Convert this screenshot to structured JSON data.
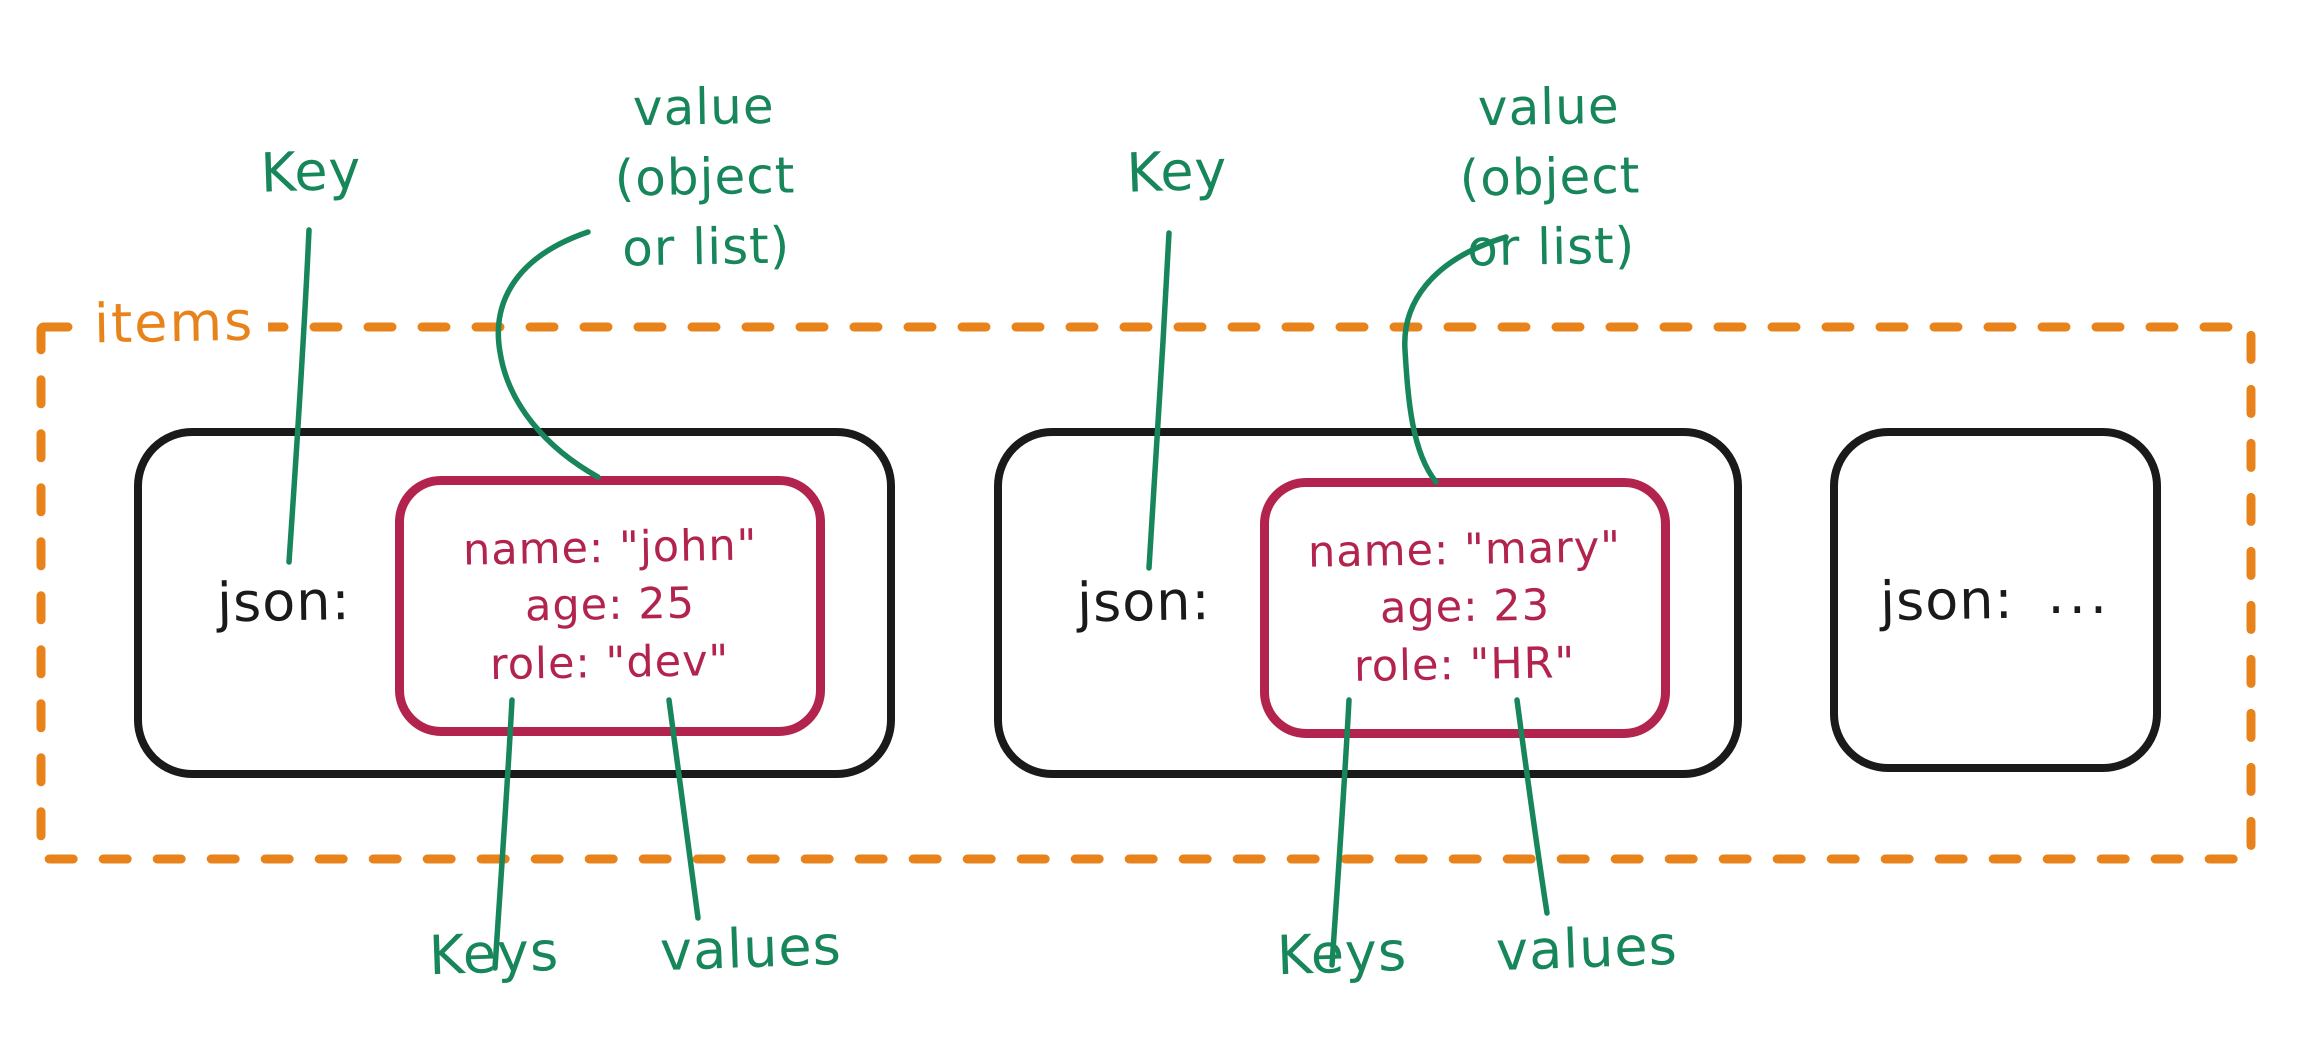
{
  "colors": {
    "orange": "#E8821B",
    "green": "#17865A",
    "crimson": "#B2234E",
    "ink": "#1A1A1A"
  },
  "frame": {
    "label": "items"
  },
  "top_annotations": {
    "key_1": "Key",
    "value_1": "value\n(object\nor list)",
    "key_2": "Key",
    "value_2": "value\n(object\nor list)"
  },
  "bottom_annotations": {
    "keys_1": "Keys",
    "values_1": "values",
    "keys_2": "Keys",
    "values_2": "values"
  },
  "cards": [
    {
      "key_label": "json:",
      "object_lines": [
        "name: \"john\"",
        "age: 25",
        "role: \"dev\""
      ]
    },
    {
      "key_label": "json:",
      "object_lines": [
        "name: \"mary\"",
        "age: 23",
        "role: \"HR\""
      ]
    },
    {
      "key_label": "json:",
      "ellipsis": "..."
    }
  ]
}
